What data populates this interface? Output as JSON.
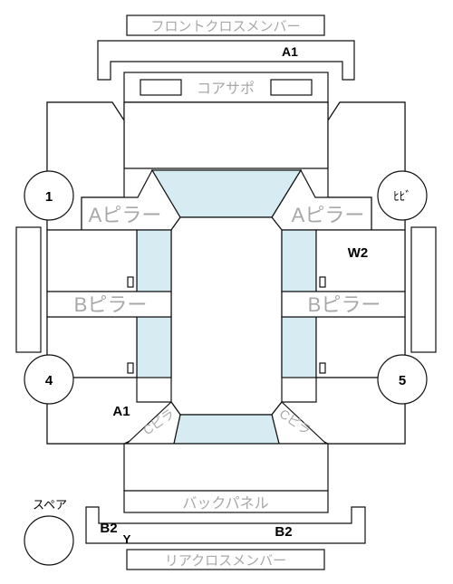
{
  "labels": {
    "front_cross_member": "フロントクロスメンバー",
    "core_support": "コアサポ",
    "a_pillar_left": "Aピラー",
    "a_pillar_right": "Aピラー",
    "b_pillar_left": "Bピラー",
    "b_pillar_right": "Bピラー",
    "c_pillar_left": "Cピラ",
    "c_pillar_right": "Cピラ",
    "back_panel": "バックパネル",
    "rear_cross_member": "リアクロスメンバー",
    "spare": "スペア"
  },
  "wheels": {
    "front_left": "1",
    "front_right": "ﾋﾋﾞ",
    "rear_left": "4",
    "rear_right": "5"
  },
  "marks": {
    "front_cross_member": "A1",
    "right_front_door": "W2",
    "left_rear_area": "A1",
    "rear_cross_left": "B2",
    "rear_cross_left_sub": "Y",
    "rear_cross_right": "B2"
  },
  "colors": {
    "glass": "#d6ecf2",
    "label_gray": "#a8a8a8",
    "line": "#111111"
  }
}
